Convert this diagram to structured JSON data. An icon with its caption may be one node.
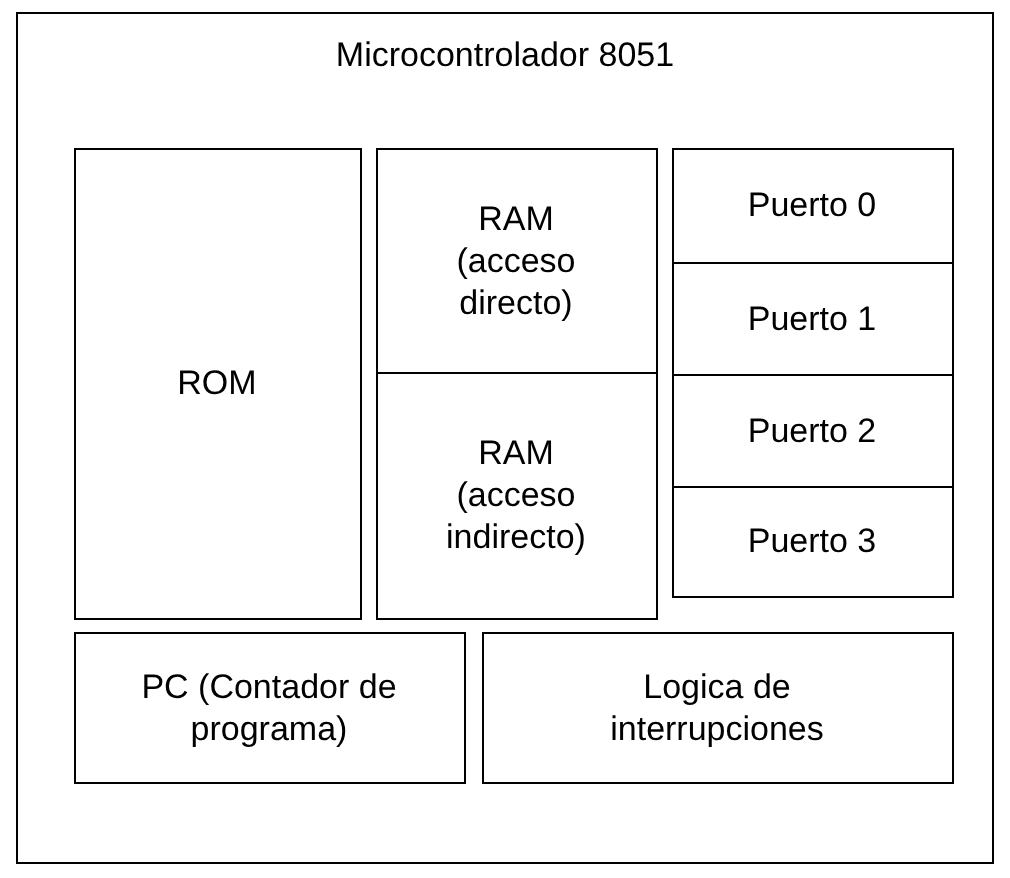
{
  "diagram": {
    "nodes": [
      {
        "text": [
          "Microcontrolador 8051"
        ]
      },
      {
        "text": [
          "ROM"
        ],
        "in": 0
      },
      {
        "text": [
          "RAM (acceso directo)"
        ],
        "in": 0
      },
      {
        "text": [
          "RAM (acceso indirecto)"
        ],
        "in": 0
      },
      {
        "text": [
          "Puerto 0"
        ],
        "in": 0
      },
      {
        "text": [
          "Puerto 1"
        ],
        "in": 0
      },
      {
        "text": [
          "Puerto 2"
        ],
        "in": 0
      },
      {
        "text": [
          "Puerto 3"
        ],
        "in": 0
      },
      {
        "text": [
          "PC (Contador de programa)"
        ],
        "in": 0
      },
      {
        "text": [
          "Logica de interrupciones"
        ],
        "in": 0
      }
    ]
  }
}
